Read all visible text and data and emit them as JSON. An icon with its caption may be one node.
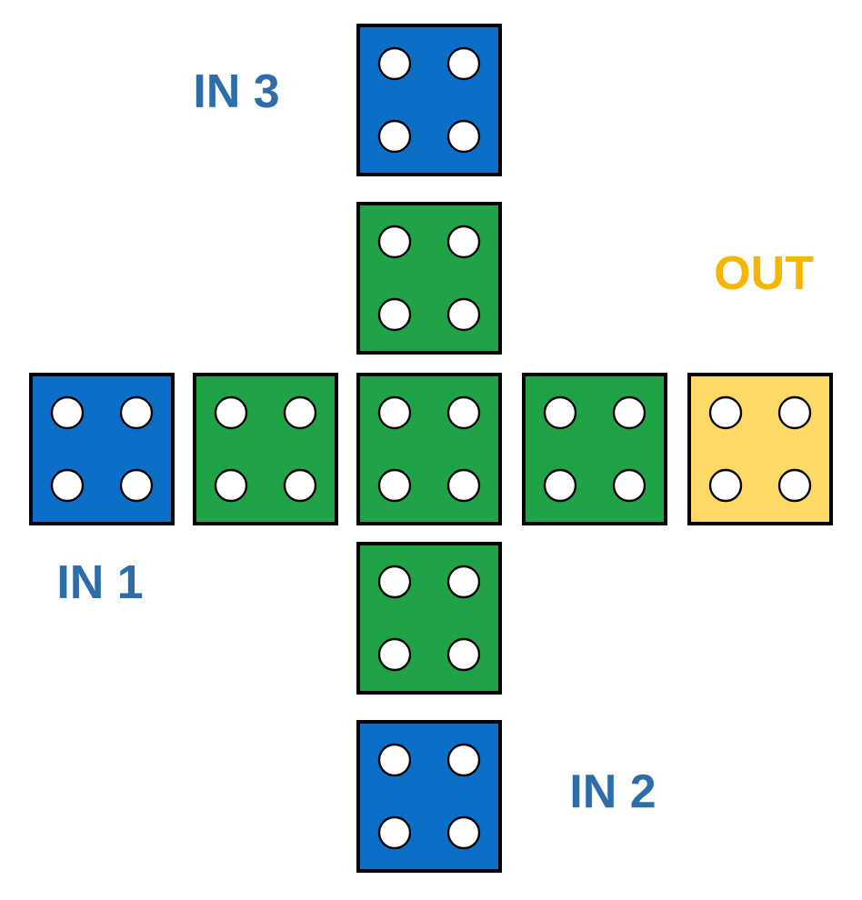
{
  "diagram": {
    "nodes": [
      {
        "text": [],
        "shape": "box",
        "beside": [
          "IN 3"
        ]
      },
      {
        "text": [],
        "shape": "box"
      },
      {
        "text": [],
        "shape": "box",
        "beside": [
          "IN 1"
        ]
      },
      {
        "text": [],
        "shape": "box"
      },
      {
        "text": [],
        "shape": "box"
      },
      {
        "text": [],
        "shape": "box"
      },
      {
        "text": [],
        "shape": "box",
        "beside": [
          "OUT"
        ]
      },
      {
        "text": [],
        "shape": "box"
      },
      {
        "text": [],
        "shape": "box",
        "beside": [
          "IN 2"
        ]
      }
    ]
  }
}
